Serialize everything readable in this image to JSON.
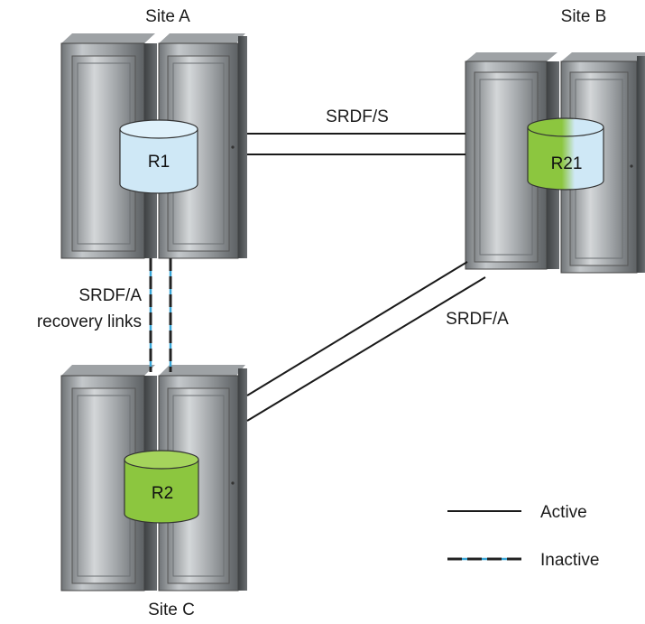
{
  "sites": {
    "a": {
      "label": "Site A",
      "disk": "R1"
    },
    "b": {
      "label": "Site B",
      "disk": "R21"
    },
    "c": {
      "label": "Site C",
      "disk": "R2"
    }
  },
  "links": {
    "ab": "SRDF/S",
    "bc": "SRDF/A",
    "ac_line1": "SRDF/A",
    "ac_line2": "recovery links"
  },
  "legend": {
    "active": "Active",
    "inactive": "Inactive"
  },
  "colors": {
    "disk_r1": "#cfe8f6",
    "disk_r2": "#8cc63f",
    "disk_r21_left": "#8cc63f",
    "disk_r21_right": "#cfe8f6",
    "inactive_dash": "#222222",
    "inactive_underlay": "#3aa7d8"
  }
}
